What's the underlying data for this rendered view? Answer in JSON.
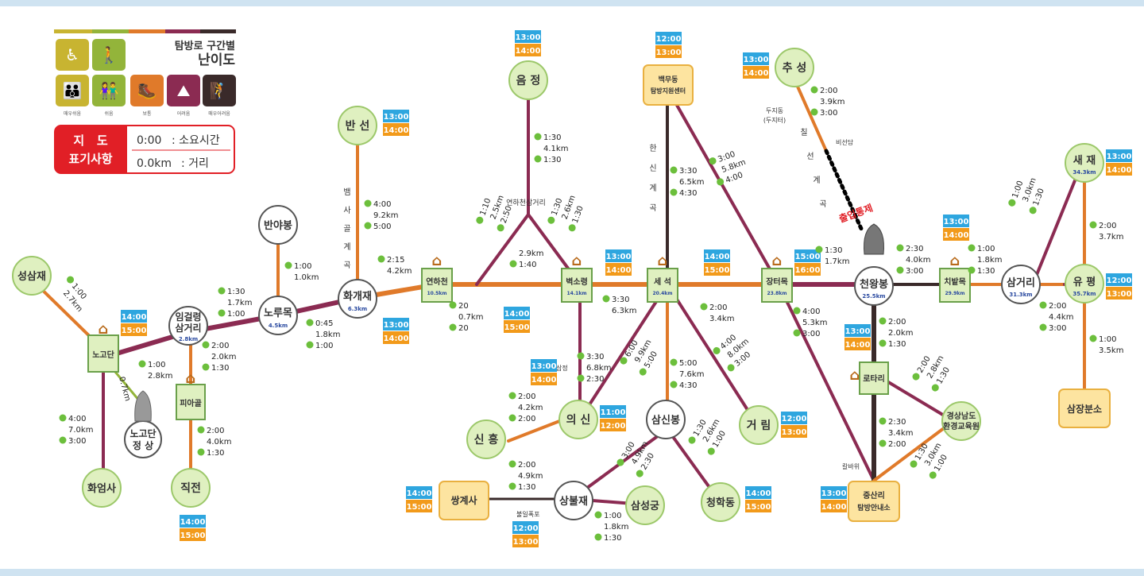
{
  "legend": {
    "title_line1": "탐방로 구간별",
    "title_line2": "난이도",
    "level_labels": [
      "매우쉬움",
      "쉬움",
      "보통",
      "어려움",
      "매우어려움"
    ],
    "box_title": "지   도\n표기사항",
    "time_sample": "0:00",
    "time_desc": ": 소요시간",
    "dist_sample": "0.0km",
    "dist_desc": ": 거리",
    "colors": {
      "very_easy": "#c8b431",
      "easy": "#93b43a",
      "normal": "#e07a2a",
      "hard": "#8b2b52",
      "very_hard": "#3a2a2a",
      "red": "#e11f26"
    }
  },
  "nodes": {
    "sungsamjae": "성삼재",
    "nogodan": "노고단",
    "nogodan_summit": "노고단\n정상",
    "hwaeomsa": "화엄사",
    "imgeollyeong": "임걸령\n삼거리",
    "imgeollyeong_km": "2.8km",
    "piagol": "피아골",
    "jikjeon": "직전",
    "banyabong": "반야봉",
    "norumok": "노루목",
    "norumok_km": "4.5km",
    "hwagaejae": "화개재",
    "hwagaejae_km": "6.3km",
    "banseon": "반 선",
    "yeonhacheon": "연하천",
    "yeonhacheon_km": "10.5km",
    "byeoksoryeong": "벽소령",
    "byeoksoryeong_km": "14.1km",
    "seseok": "세 석",
    "seseok_km": "20.4km",
    "jangteomok": "장터목",
    "jangteomok_km": "23.8km",
    "cheonwangbong": "천왕봉",
    "cheonwangbong_km": "25.5km",
    "chibatmok": "치밭목",
    "chibatmok_km": "29.9km",
    "samgeori_right": "삼거리",
    "samgeori_right_km": "31.3km",
    "saejae": "새 재",
    "saejae_km": "34.3km",
    "yupyeong": "유 평",
    "yupyeong_km": "35.7km",
    "sangjangbunso": "삼장분소",
    "eumjeong": "음 정",
    "baengmudong": "백무동\n탐방지원센터",
    "chuseong": "추 성",
    "rotari": "로타리",
    "uisin": "의 신",
    "sinheung": "신 흥",
    "samsinbong": "삼신봉",
    "ssanggyesa": "쌍계사",
    "sambuljae": "상불재",
    "samseonggung": "삼성궁",
    "cheonghakdong": "청학동",
    "georim": "거 림",
    "gyeongsangnamdo": "경상남도\n환경교육원",
    "jungsanri": "중산리\n탐방안내소",
    "beonsagol_valley": "뱀사골계곡",
    "hansin_valley": "한신계곡",
    "chilseon_valley": "칠선계곡",
    "yeonha_samgeori": "연하천삼거리",
    "duji": "두지동\n(두지터)",
    "biseondam": "비선담",
    "entry_ban": "출입통제",
    "kalbawi": "칼바위",
    "samjeong": "삼정",
    "bulillo": "불일폭포"
  },
  "shelter_label": "대피소",
  "times": [
    {
      "id": "t_banseon_a",
      "v": "13:00"
    },
    {
      "id": "t_banseon_b",
      "v": "14:00"
    },
    {
      "id": "t_eumjeong_a",
      "v": "13:00"
    },
    {
      "id": "t_eumjeong_b",
      "v": "14:00"
    },
    {
      "id": "t_baekmu_a",
      "v": "12:00"
    },
    {
      "id": "t_baekmu_b",
      "v": "13:00"
    },
    {
      "id": "t_chuseong_a",
      "v": "13:00"
    },
    {
      "id": "t_chuseong_b",
      "v": "14:00"
    },
    {
      "id": "t_nogodan_a",
      "v": "14:00"
    },
    {
      "id": "t_nogodan_b",
      "v": "15:00"
    },
    {
      "id": "t_hwagae_a",
      "v": "13:00"
    },
    {
      "id": "t_hwagae_b",
      "v": "14:00"
    },
    {
      "id": "t_yeonha_a",
      "v": "14:00"
    },
    {
      "id": "t_yeonha_b",
      "v": "15:00"
    },
    {
      "id": "t_byeok_a",
      "v": "13:00"
    },
    {
      "id": "t_byeok_b",
      "v": "14:00"
    },
    {
      "id": "t_seseok_a",
      "v": "14:00"
    },
    {
      "id": "t_seseok_b",
      "v": "15:00"
    },
    {
      "id": "t_jangteo_a",
      "v": "15:00"
    },
    {
      "id": "t_jangteo_b",
      "v": "16:00"
    },
    {
      "id": "t_chibat_a",
      "v": "13:00"
    },
    {
      "id": "t_chibat_b",
      "v": "14:00"
    },
    {
      "id": "t_saejae_a",
      "v": "13:00"
    },
    {
      "id": "t_saejae_b",
      "v": "14:00"
    },
    {
      "id": "t_yupyeong_a",
      "v": "12:00"
    },
    {
      "id": "t_yupyeong_b",
      "v": "13:00"
    },
    {
      "id": "t_jikjeon_a",
      "v": "14:00"
    },
    {
      "id": "t_jikjeon_b",
      "v": "15:00"
    },
    {
      "id": "t_uisin_s_a",
      "v": "13:00"
    },
    {
      "id": "t_uisin_s_b",
      "v": "14:00"
    },
    {
      "id": "t_uisin_a",
      "v": "11:00"
    },
    {
      "id": "t_uisin_b",
      "v": "12:00"
    },
    {
      "id": "t_georim_a",
      "v": "12:00"
    },
    {
      "id": "t_georim_b",
      "v": "13:00"
    },
    {
      "id": "t_rotari_a",
      "v": "13:00"
    },
    {
      "id": "t_rotari_b",
      "v": "14:00"
    },
    {
      "id": "t_ssanggye_a",
      "v": "14:00"
    },
    {
      "id": "t_ssanggye_b",
      "v": "15:00"
    },
    {
      "id": "t_sambul_a",
      "v": "12:00"
    },
    {
      "id": "t_sambul_b",
      "v": "13:00"
    },
    {
      "id": "t_cheonghak_a",
      "v": "14:00"
    },
    {
      "id": "t_cheonghak_b",
      "v": "15:00"
    },
    {
      "id": "t_jungsan_a",
      "v": "13:00"
    },
    {
      "id": "t_jungsan_b",
      "v": "14:00"
    }
  ],
  "segments": [
    {
      "id": "s1",
      "lines": [
        "1:00",
        "2.7km"
      ]
    },
    {
      "id": "s2",
      "lines": [
        "0.7km"
      ]
    },
    {
      "id": "s3",
      "lines": [
        "4:00",
        "7.0km",
        "3:00"
      ]
    },
    {
      "id": "s4",
      "lines": [
        "1:00",
        "2.8km"
      ]
    },
    {
      "id": "s5",
      "lines": [
        "2:00",
        "2.0km",
        "1:30"
      ]
    },
    {
      "id": "s6",
      "lines": [
        "2:00",
        "4.0km",
        "1:30"
      ]
    },
    {
      "id": "s7",
      "lines": [
        "1:30",
        "1.7km",
        "1:00"
      ]
    },
    {
      "id": "s8",
      "lines": [
        "1:00",
        "1.0km"
      ]
    },
    {
      "id": "s9",
      "lines": [
        "0:45",
        "1.8km",
        "1:00"
      ]
    },
    {
      "id": "s10",
      "lines": [
        "4:00",
        "9.2km",
        "5:00"
      ]
    },
    {
      "id": "s11",
      "lines": [
        "2:15",
        "4.2km"
      ]
    },
    {
      "id": "s12",
      "lines": [
        "20",
        "0.7km",
        "20"
      ]
    },
    {
      "id": "s13",
      "lines": [
        "1:30",
        "4.1km",
        "1:30"
      ]
    },
    {
      "id": "s14",
      "lines": [
        "1:10",
        "2.5km",
        "2:50"
      ]
    },
    {
      "id": "s15",
      "lines": [
        "1:30",
        "2.6km",
        "1:30"
      ]
    },
    {
      "id": "s16",
      "lines": [
        "2.9km",
        "1:40"
      ]
    },
    {
      "id": "s17",
      "lines": [
        "3:30",
        "6.3km"
      ]
    },
    {
      "id": "s18",
      "lines": [
        "3:30",
        "6.5km",
        "4:30"
      ]
    },
    {
      "id": "s19",
      "lines": [
        "3:00",
        "5.8km",
        "4:00"
      ]
    },
    {
      "id": "s20",
      "lines": [
        "2:00",
        "3.4km"
      ]
    },
    {
      "id": "s21",
      "lines": [
        "1:30",
        "1.7km"
      ]
    },
    {
      "id": "s22",
      "lines": [
        "2:00",
        "3.9km",
        "3:00"
      ]
    },
    {
      "id": "s23",
      "lines": [
        "2:30",
        "4.0km",
        "3:00"
      ]
    },
    {
      "id": "s24",
      "lines": [
        "1:00",
        "1.8km",
        "1:30"
      ]
    },
    {
      "id": "s25",
      "lines": [
        "1:00",
        "3.0km",
        "1:30"
      ]
    },
    {
      "id": "s26",
      "lines": [
        "2:00",
        "3.7km"
      ]
    },
    {
      "id": "s27",
      "lines": [
        "2:00",
        "4.4km",
        "3:00"
      ]
    },
    {
      "id": "s28",
      "lines": [
        "1:00",
        "3.5km"
      ]
    },
    {
      "id": "s29",
      "lines": [
        "3:30",
        "6.8km",
        "2:30"
      ]
    },
    {
      "id": "s30",
      "lines": [
        "6:00",
        "9.9km",
        "5:00"
      ]
    },
    {
      "id": "s31",
      "lines": [
        "5:00",
        "7.6km",
        "4:30"
      ]
    },
    {
      "id": "s32",
      "lines": [
        "4:00",
        "8.0km",
        "3:00"
      ]
    },
    {
      "id": "s33",
      "lines": [
        "4:00",
        "5.3km",
        "3:00"
      ]
    },
    {
      "id": "s34",
      "lines": [
        "2:00",
        "2.0km",
        "1:30"
      ]
    },
    {
      "id": "s35",
      "lines": [
        "2:00",
        "2.8km",
        "1:30"
      ]
    },
    {
      "id": "s36",
      "lines": [
        "2:30",
        "3.4km",
        "2:00"
      ]
    },
    {
      "id": "s37",
      "lines": [
        "1:30",
        "3.0km",
        "1:00"
      ]
    },
    {
      "id": "s38",
      "lines": [
        "2:00",
        "4.2km",
        "2:00"
      ]
    },
    {
      "id": "s39",
      "lines": [
        "2:00",
        "4.9km",
        "1:30"
      ]
    },
    {
      "id": "s40",
      "lines": [
        "3:00",
        "4.9km",
        "2:30"
      ]
    },
    {
      "id": "s41",
      "lines": [
        "1:30",
        "2.6km",
        "1:00"
      ]
    },
    {
      "id": "s42",
      "lines": [
        "1:00",
        "1.8km",
        "1:30"
      ]
    }
  ]
}
